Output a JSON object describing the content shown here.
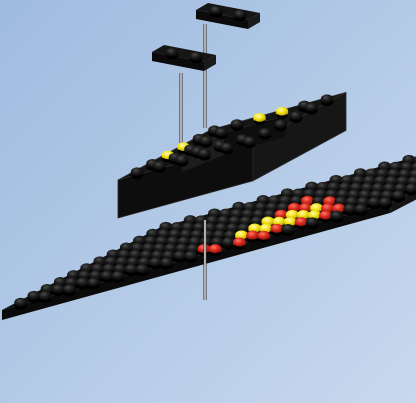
{
  "scene": {
    "colors": {
      "background": "#aec6e4",
      "brick": "#111111",
      "stud_black": "#1b1b1b",
      "stud_red": "#d62a1f",
      "stud_yellow": "#f2e21a",
      "guide_line": "#e8e8e8"
    },
    "baseplate": {
      "rows": 12,
      "cols": 16,
      "colored_studs": [
        {
          "row": 5,
          "col": 8,
          "color": "red"
        },
        {
          "row": 6,
          "col": 8,
          "color": "red"
        },
        {
          "row": 4,
          "col": 8,
          "color": "red"
        },
        {
          "row": 6,
          "col": 9,
          "color": "red"
        },
        {
          "row": 6,
          "col": 10,
          "color": "red"
        },
        {
          "row": 7,
          "col": 8,
          "color": "yellow"
        },
        {
          "row": 7,
          "col": 9,
          "color": "yellow"
        },
        {
          "row": 7,
          "col": 10,
          "color": "yellow"
        },
        {
          "row": 8,
          "col": 8,
          "color": "yellow"
        },
        {
          "row": 8,
          "col": 9,
          "color": "yellow"
        },
        {
          "row": 8,
          "col": 10,
          "color": "yellow"
        },
        {
          "row": 9,
          "col": 8,
          "color": "yellow"
        },
        {
          "row": 9,
          "col": 9,
          "color": "yellow"
        },
        {
          "row": 9,
          "col": 10,
          "color": "yellow"
        },
        {
          "row": 10,
          "col": 9,
          "color": "red"
        },
        {
          "row": 10,
          "col": 10,
          "color": "red"
        },
        {
          "row": 10,
          "col": 11,
          "color": "red"
        },
        {
          "row": 10,
          "col": 7,
          "color": "red"
        },
        {
          "row": 11,
          "col": 8,
          "color": "red"
        },
        {
          "row": 11,
          "col": 9,
          "color": "red"
        },
        {
          "row": 11,
          "col": 10,
          "color": "red"
        },
        {
          "row": 9,
          "col": 11,
          "color": "yellow"
        },
        {
          "row": 8,
          "col": 11,
          "color": "red"
        },
        {
          "row": 9,
          "col": 12,
          "color": "red"
        },
        {
          "row": 10,
          "col": 12,
          "color": "red"
        }
      ]
    },
    "frame": {
      "colored_studs": [
        {
          "side": "left",
          "index": 1,
          "color": "yellow"
        },
        {
          "side": "left",
          "index": 2,
          "color": "yellow"
        },
        {
          "side": "top",
          "index": 1,
          "color": "yellow"
        },
        {
          "side": "top",
          "index": 2,
          "color": "yellow"
        }
      ]
    },
    "small_plates": [
      {
        "name": "plate-upper",
        "studs": 2
      },
      {
        "name": "plate-lower",
        "studs": 2
      }
    ]
  }
}
